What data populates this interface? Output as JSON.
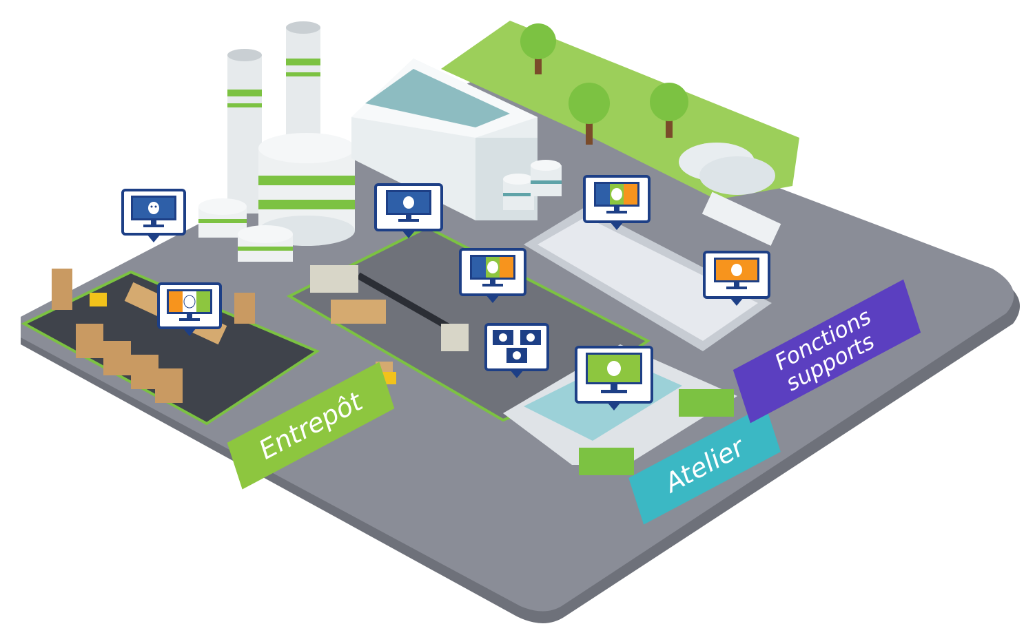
{
  "zones": {
    "warehouse": {
      "label": "Entrepôt",
      "color": "#8dc63f"
    },
    "workshop": {
      "label": "Atelier",
      "color": "#3bb8c4"
    },
    "support": {
      "label": "Fonctions\nsupports",
      "color": "#5b3fc0"
    }
  },
  "monitors": [
    {
      "zone": "warehouse",
      "screen": [
        "#2e5fa8"
      ]
    },
    {
      "zone": "warehouse",
      "screen": [
        "#f7941d",
        "#ffffff",
        "#8dc63f"
      ]
    },
    {
      "zone": "workshop",
      "screen": [
        "#2e5fa8"
      ]
    },
    {
      "zone": "workshop",
      "screen": [
        "#2e5fa8",
        "#8dc63f",
        "#f7941d"
      ]
    },
    {
      "zone": "workshop",
      "screen": [
        "multi"
      ]
    },
    {
      "zone": "workshop",
      "screen": [
        "#8dc63f"
      ]
    },
    {
      "zone": "support",
      "screen": [
        "#2e5fa8",
        "#8dc63f",
        "#f7941d"
      ]
    },
    {
      "zone": "support",
      "screen": [
        "#f7941d"
      ]
    }
  ],
  "colors": {
    "ground": "#8a8d97",
    "ground_edge": "#6e717a",
    "grass": "#9ccf5a",
    "accent_green": "#7cc242",
    "pin_border": "#1d3f86"
  },
  "icons": [
    "robot-mascot-icon",
    "monitor-icon",
    "tree-icon",
    "chimney-icon",
    "storage-tank-icon",
    "forklift-icon"
  ]
}
